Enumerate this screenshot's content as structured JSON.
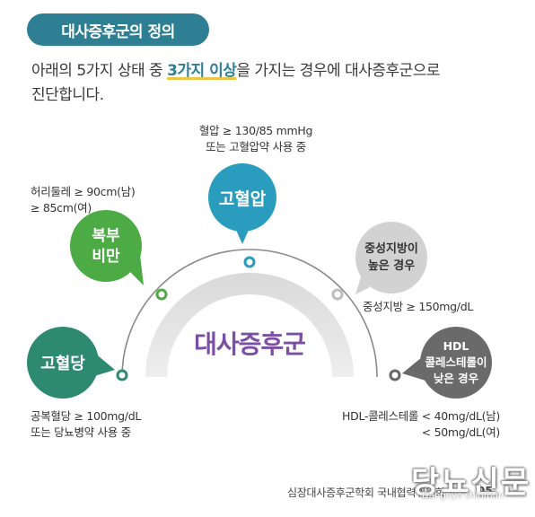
{
  "header": {
    "title": "대사증후군의 정의"
  },
  "intro": {
    "line1_before": "아래의 5가지 상태 중 ",
    "line1_highlight": "3가지 이상",
    "line1_after": "을 가지는 경우에 대사증후군으로",
    "line2": "진단합니다."
  },
  "center": {
    "label": "대사증후군"
  },
  "criteria": {
    "blood_pressure": {
      "bubble_line1": "고혈압",
      "desc_line1": "혈압 ≥ 130/85 mmHg",
      "desc_line2": "또는 고혈압약 사용 중",
      "color": "#2a9dbf"
    },
    "abdominal_obesity": {
      "bubble_line1": "복부",
      "bubble_line2": "비만",
      "desc_line1": "허리둘레 ≥ 90cm(남)",
      "desc_line2": "≥ 85cm(여)",
      "color": "#4dab45"
    },
    "triglyceride": {
      "bubble_line1": "중성지방이",
      "bubble_line2": "높은 경우",
      "desc_line1": "중성지방 ≥ 150mg/dL",
      "color": "#c9c9c9"
    },
    "glucose": {
      "bubble_line1": "고혈당",
      "desc_line1": "공복혈당 ≥ 100mg/dL",
      "desc_line2": "또는 당뇨병약 사용 중",
      "color": "#2e8a6f"
    },
    "hdl": {
      "bubble_line1": "HDL",
      "bubble_line2": "콜레스테롤이",
      "bubble_line3": "낮은 경우",
      "desc_line1": "HDL-콜레스테롤 < 40mg/dL(남)",
      "desc_line2": "< 50mg/dL(여)",
      "color": "#666666"
    }
  },
  "footer": {
    "source": "심장대사증후군학회 국내협력위원회",
    "page": "05"
  },
  "watermark": {
    "main": "당뇨신문",
    "sub": "Dangnyo shinmun"
  }
}
